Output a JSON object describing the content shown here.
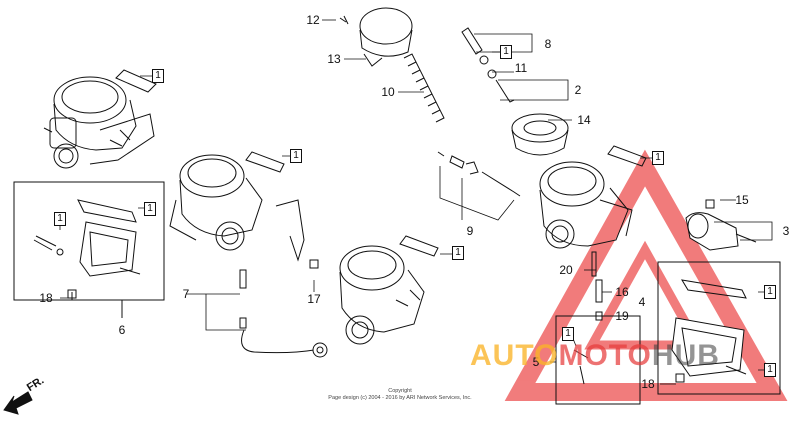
{
  "callouts": {
    "c12": "12",
    "c13": "13",
    "c10": "10",
    "c8": "8",
    "c11": "11",
    "c2": "2",
    "c14": "14",
    "c9": "9",
    "c15": "15",
    "c3": "3",
    "c20": "20",
    "c16": "16",
    "c4": "4",
    "c19": "19",
    "c5": "5",
    "c18a": "18",
    "c18b": "18",
    "c6": "6",
    "c7": "7",
    "c17": "17"
  },
  "box_refs": {
    "ref_label": "1"
  },
  "copyright": {
    "line1": "Copyright",
    "line2": "Page design (c) 2004 - 2016 by ARI Network Services, Inc."
  },
  "direction": {
    "label": "FR."
  },
  "watermark": {
    "part1": "AUTO",
    "part2": "MOTO",
    "part3": "HUB",
    "colors": {
      "part1": "#f5b428",
      "part2": "#e63c3c",
      "part3": "#3c3c3c"
    }
  },
  "icons": [
    "front-direction-arrow-icon",
    "watermark-triangle-logo-icon"
  ]
}
